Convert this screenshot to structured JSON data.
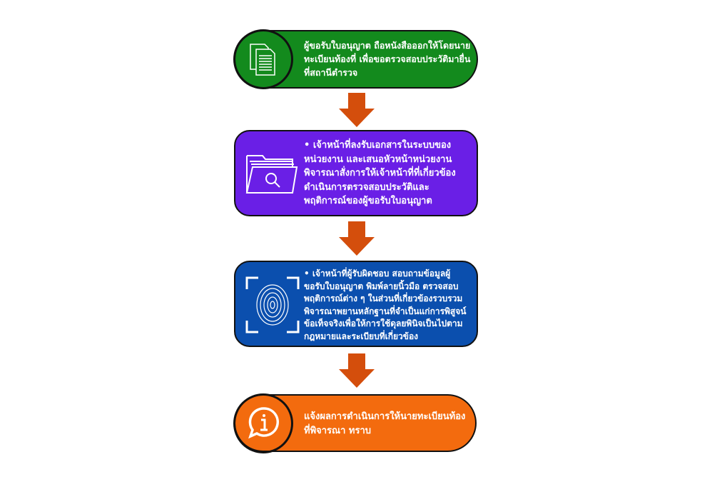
{
  "steps": [
    {
      "text": "ผู้ขอรับใบอนุญาต ถือหนังสือออกให้โดยนายทะเบียนท้องที่ เพื่อขอตรวจสอบประวัติมายื่นที่สถานีตำรวจ",
      "color": "#138a1d",
      "icon": "documents-icon"
    },
    {
      "text": "• เจ้าหน้าที่ลงรับเอกสารในระบบของหน่วยงาน และเสนอหัวหน้าหน่วยงานพิจารณาสั่งการให้เจ้าหน้าที่ที่เกี่ยวข้องดำเนินการตรวจสอบประวัติและพฤติการณ์ของผู้ขอรับใบอนุญาต",
      "color": "#6a1fe6",
      "icon": "folder-search-icon"
    },
    {
      "text": "• เจ้าหน้าที่ผู้รับผิดชอบ สอบถามข้อมูลผู้ขอรับใบอนุญาต พิมพ์ลายนิ้วมือ ตรวจสอบพฤติการณ์ต่าง ๆ ในส่วนที่เกี่ยวข้องรวบรวมพิจารณาพยานหลักฐานที่จำเป็นแก่การพิสูจน์ข้อเท็จจริงเพื่อให้การใช้ดุลยพินิจเป็นไปตามกฎหมายและระเบียบที่เกี่ยวข้อง",
      "color": "#0b4fae",
      "icon": "fingerprint-icon"
    },
    {
      "text": "แจ้งผลการดำเนินการให้นายทะเบียนท้องที่พิจารณา ทราบ",
      "color": "#f36b0e",
      "icon": "info-bubble-icon"
    }
  ],
  "arrow_color": "#d44e0c"
}
